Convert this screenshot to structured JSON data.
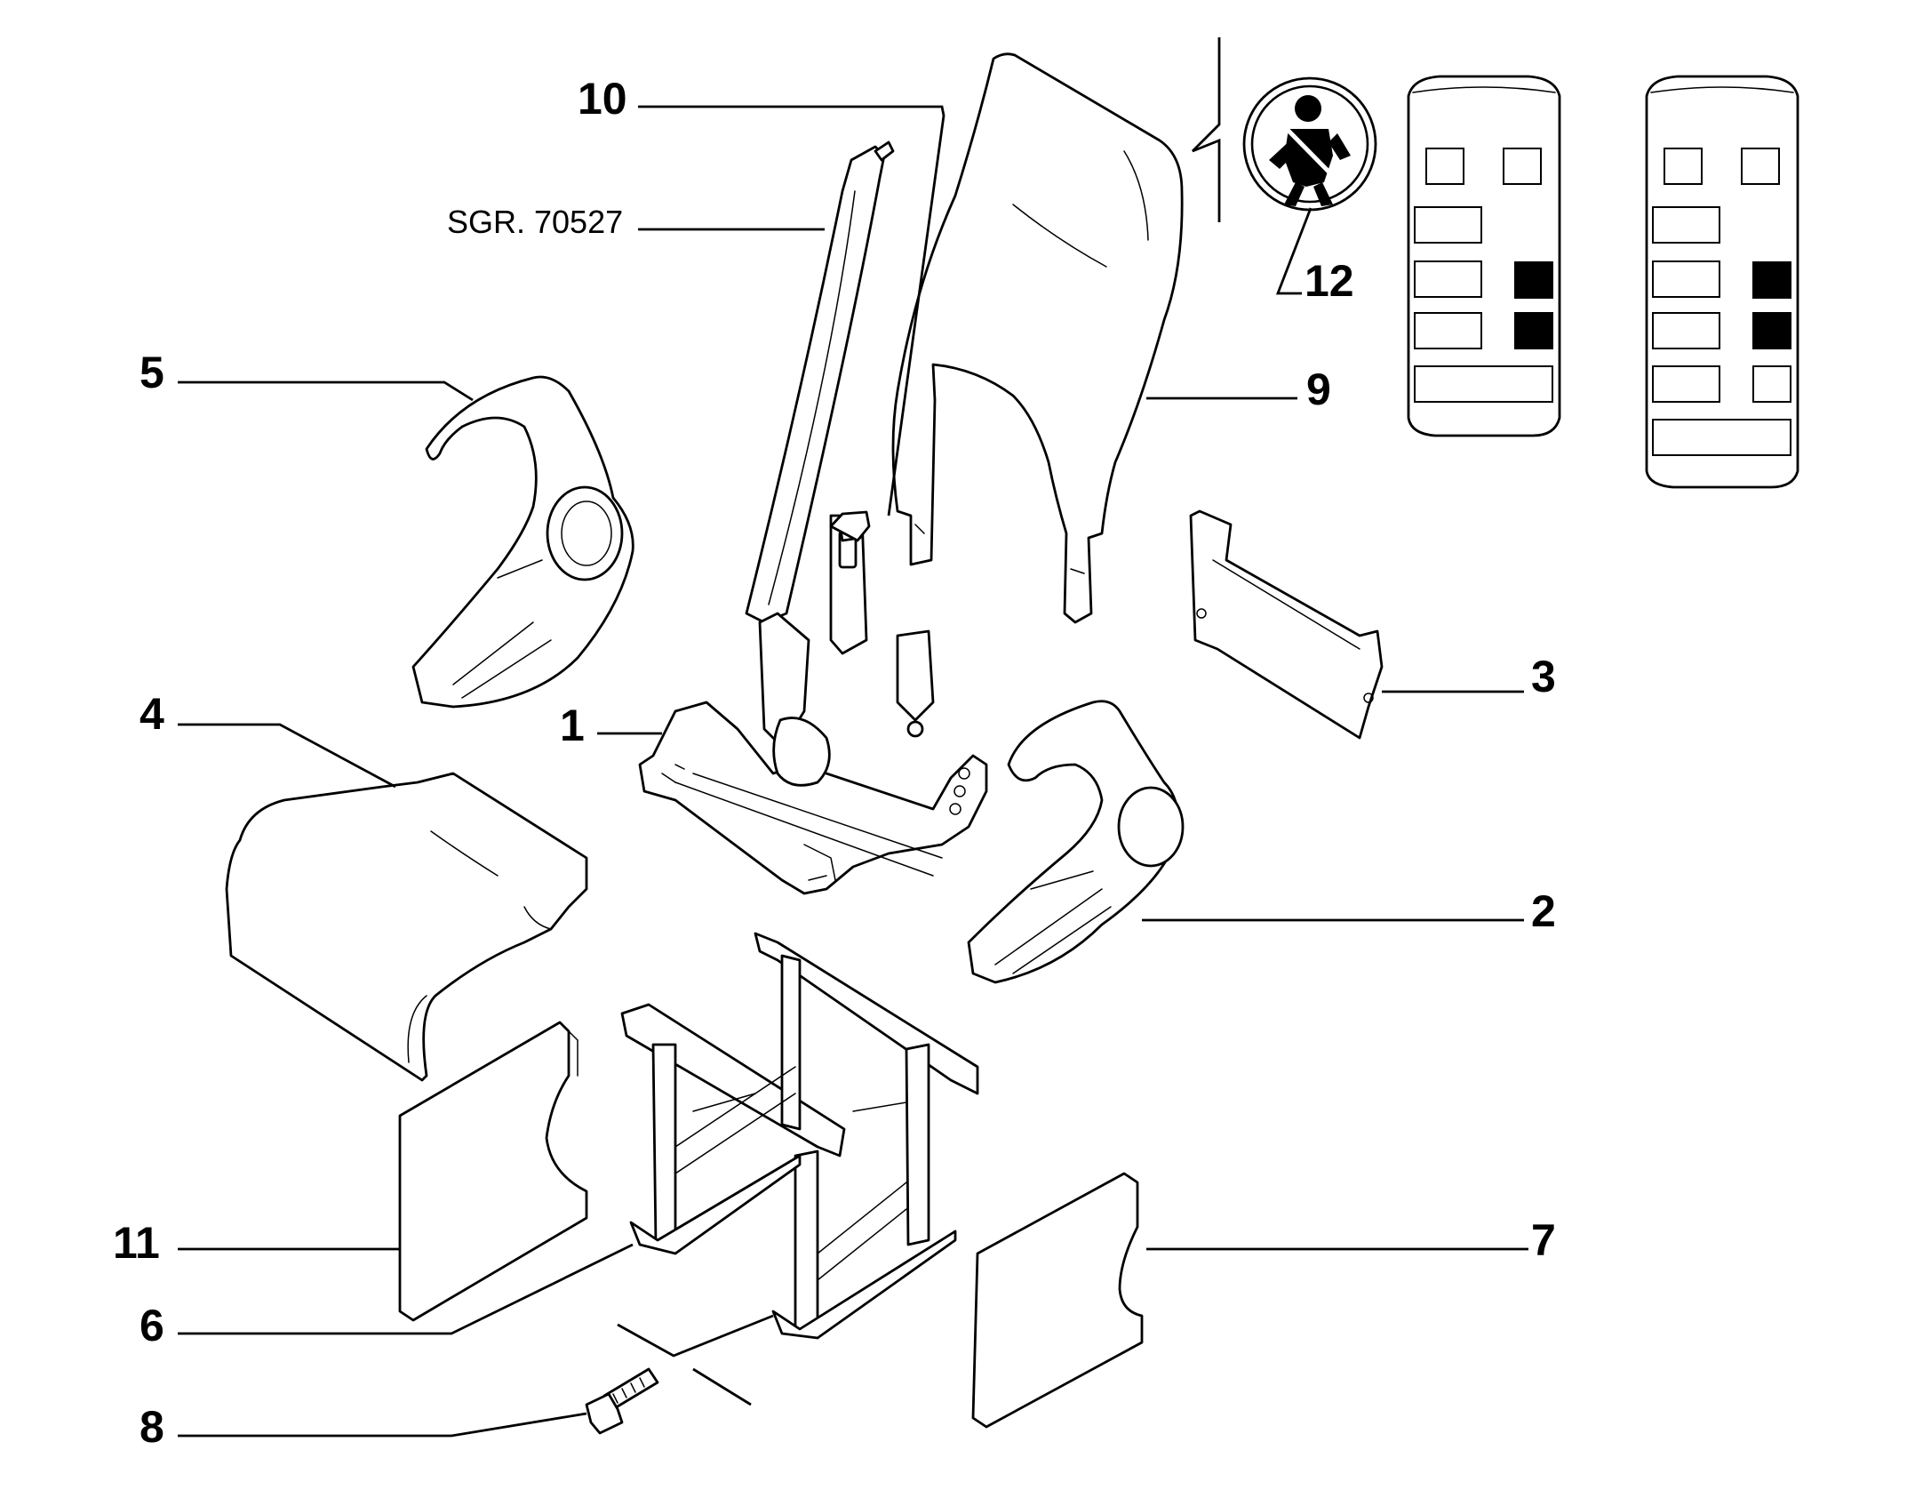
{
  "drawing_ref": "SGR. 70527",
  "callouts": [
    "10",
    "5",
    "4",
    "1",
    "9",
    "12",
    "3",
    "2",
    "11",
    "6",
    "8",
    "7"
  ],
  "seat_layouts": [
    {
      "cells": [
        [
          "outline",
          "outline"
        ],
        [
          "outline"
        ],
        [
          "outline",
          "filled"
        ],
        [
          "outline",
          "filled"
        ],
        [
          "wide"
        ]
      ]
    },
    {
      "cells": [
        [
          "outline",
          "outline"
        ],
        [
          "outline"
        ],
        [
          "outline",
          "filled"
        ],
        [
          "outline",
          "filled"
        ],
        [
          "outline",
          "outline"
        ],
        [
          "wide"
        ]
      ]
    }
  ]
}
